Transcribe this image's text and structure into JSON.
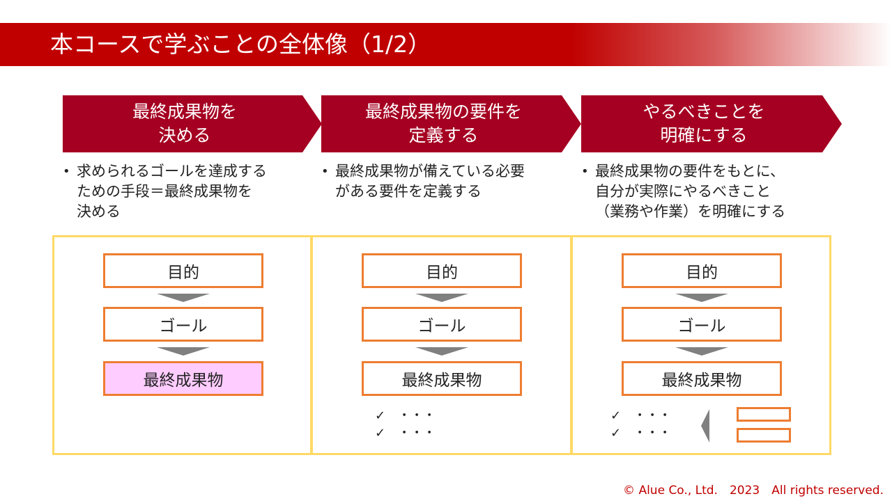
{
  "title": "本コースで学ぶことの全体像（1/2）",
  "steps": [
    {
      "heading": "最終成果物を\n決める",
      "description": "求められるゴールを達成する\nための手段＝最終成果物を\n決める"
    },
    {
      "heading": "最終成果物の要件を\n定義する",
      "description": "最終成果物が備えている必要\nがある要件を定義する"
    },
    {
      "heading": "やるべきことを\n明確にする",
      "description": "最終成果物の要件をもとに、\n自分が実際にやるべきこと\n（業務や作業）を明確にする"
    }
  ],
  "diagram": {
    "purpose": "目的",
    "goal": "ゴール",
    "deliverable": "最終成果物",
    "check_item": "✓　・・・"
  },
  "colors": {
    "title_bar": "#c00000",
    "chevron": "#a50021",
    "panel_border": "#ffd966",
    "box_border": "#ed7d31",
    "highlight_box": "#ffccff",
    "arrow": "#808080"
  },
  "footer": "© Alue Co., Ltd.　2023　All rights reserved."
}
